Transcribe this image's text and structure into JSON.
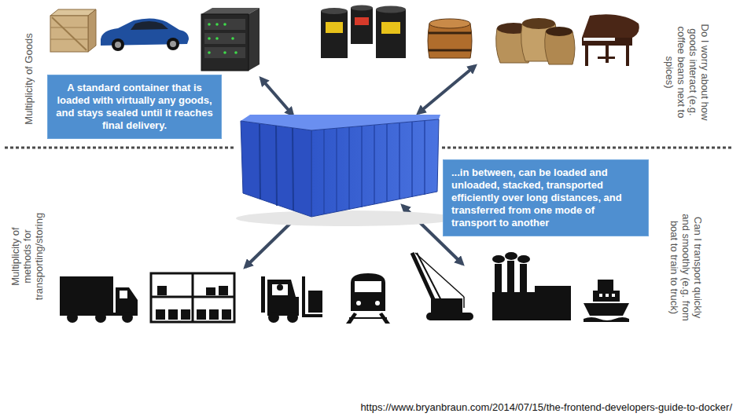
{
  "diagram": {
    "nodes": [
      {
        "text": [
          "A standard container that is loaded with virtually any goods, and stays sealed until it reaches final delivery."
        ]
      },
      {
        "text": [
          "...in between, can be loaded and unloaded, stacked, transported efficiently over long distances, and transferred from one mode of transport to another"
        ]
      }
    ],
    "labels": [
      "Multiplicity of Goods",
      "Do I worry about how goods interact (e.g. coffee beans next to spices)",
      "Multiplicity of methods for transporting/storing",
      "Can I transport quickly and smoothly (e.g. from boat to train to truck)",
      "https://www.bryanbraun.com/2014/07/15/the-frontend-developers-guide-to-docker/"
    ]
  }
}
